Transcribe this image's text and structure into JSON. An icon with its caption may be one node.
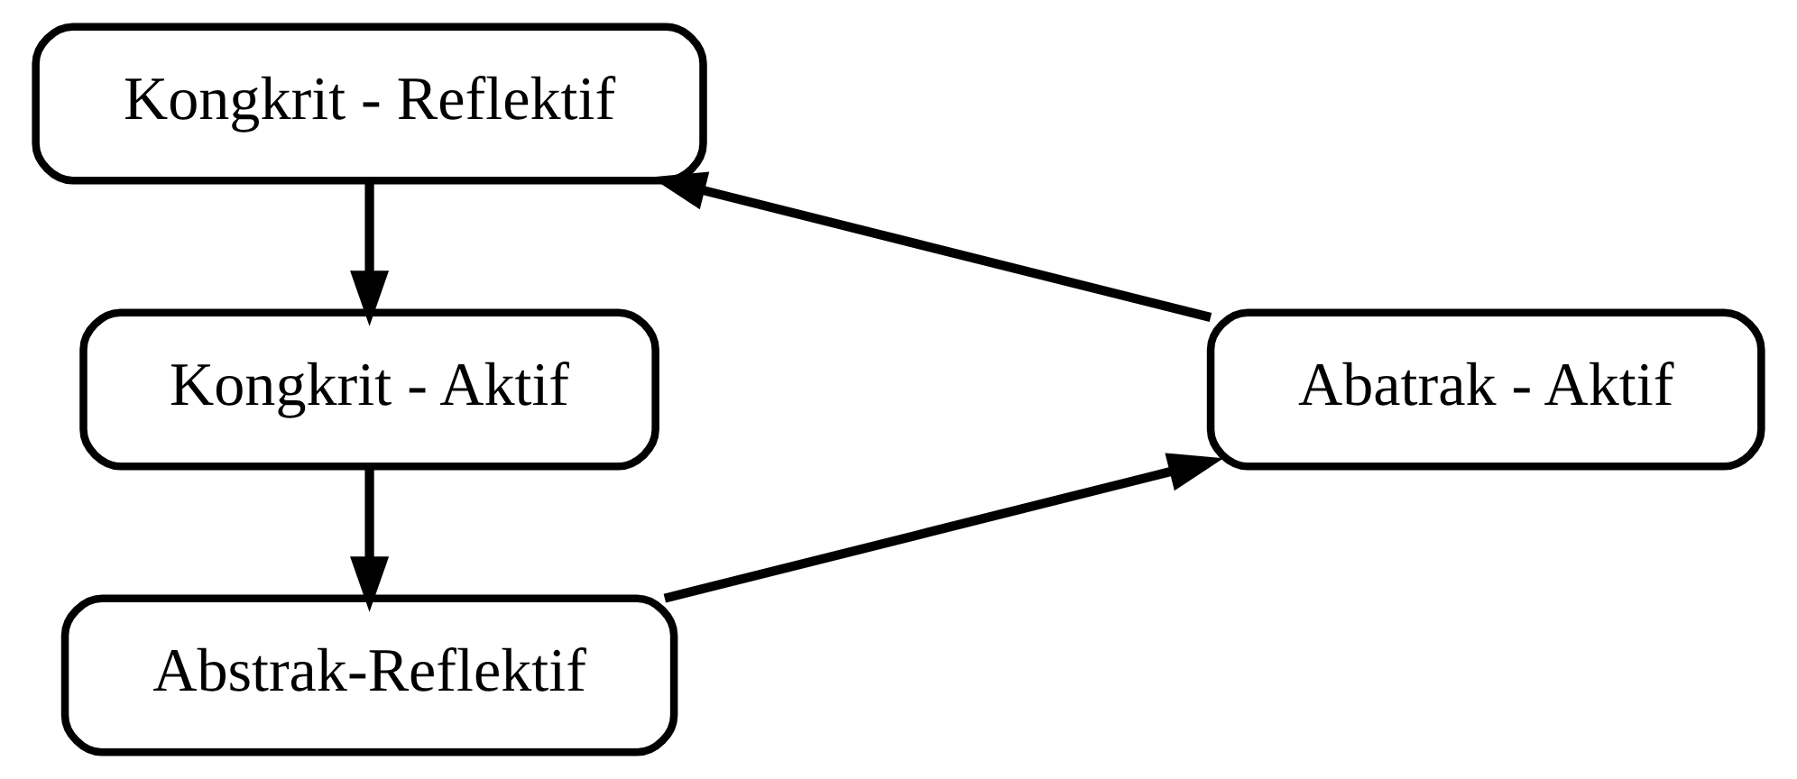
{
  "diagram": {
    "nodes": [
      {
        "text": [
          "Kongkrit - Reflektif"
        ]
      },
      {
        "text": [
          "Abatrak - Aktif"
        ]
      },
      {
        "text": [
          "Kongkrit - Aktif"
        ]
      },
      {
        "text": [
          "Abstrak-Reflektif"
        ]
      }
    ],
    "edges": [
      {
        "from": 0,
        "to": 2,
        "arrow": "to"
      },
      {
        "from": 2,
        "to": 3,
        "arrow": "to"
      },
      {
        "from": 3,
        "to": 1,
        "arrow": "to"
      },
      {
        "from": 1,
        "to": 0,
        "arrow": "to"
      }
    ]
  }
}
